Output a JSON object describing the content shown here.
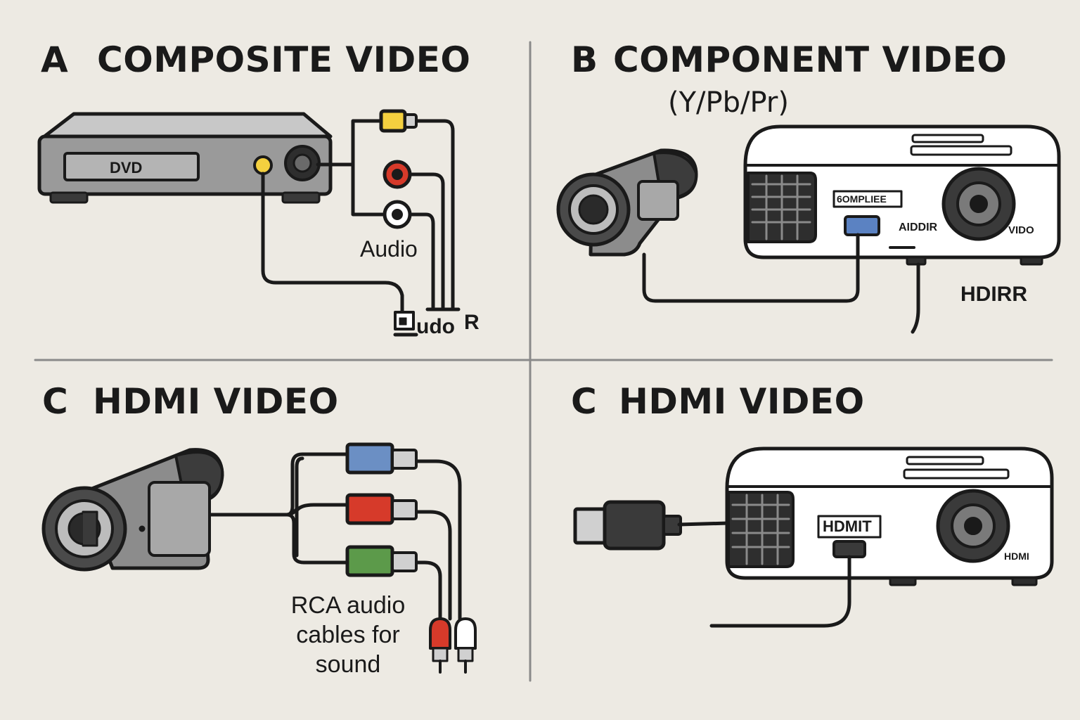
{
  "panels": {
    "a": {
      "letter": "A",
      "title": "COMPOSITE VIDEO",
      "device_label": "DVD",
      "audio_label": "Audio",
      "bottom_label": "udo",
      "right_label": "R"
    },
    "b": {
      "letter": "B",
      "title": "COMPONENT VIDEO",
      "subtitle": "(Y/Pb/Pr)",
      "port_label": "6OMPLIEE",
      "audio_label": "AIDDIR",
      "video_label": "VIDO",
      "hdmi_label": "HDIRR"
    },
    "c": {
      "letter": "C",
      "title": "HDMI VIDEO",
      "caption_line1": "RCA audio",
      "caption_line2": "cables for",
      "caption_line3": "sound"
    },
    "d": {
      "letter": "C",
      "title": "HDMI VIDEO",
      "port_label": "HDMIT",
      "brand_label": "HDMI"
    }
  },
  "colors": {
    "background": "#edeae3",
    "ink": "#1a1a1a",
    "device_gray": "#9a9a9a",
    "yellow": "#f4d03f",
    "red": "#d63a2a",
    "white": "#ffffff",
    "blue": "#6b8fc4",
    "green": "#5c9a4a",
    "port_blue": "#5b82c2"
  }
}
